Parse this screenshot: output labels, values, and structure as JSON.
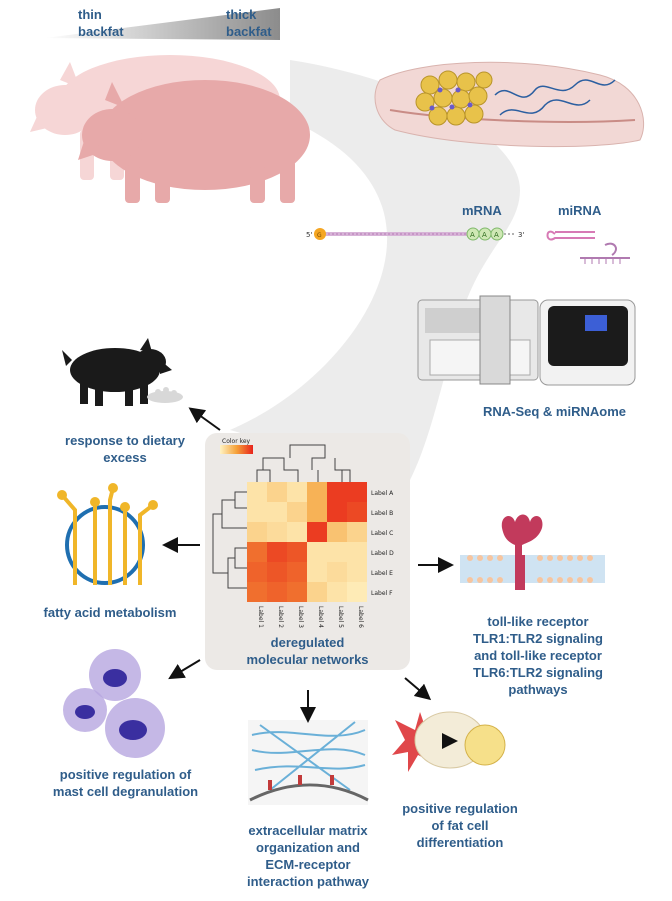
{
  "header": {
    "thin_label": [
      "thin",
      "backfat"
    ],
    "thick_label": [
      "thick",
      "backfat"
    ]
  },
  "molecules": {
    "mrna_label": "mRNA",
    "mirna_label": "miRNA",
    "five_prime": "5'",
    "three_prime": "3'",
    "cap_letter": "G",
    "polya": [
      "A",
      "A",
      "A"
    ]
  },
  "sequencing_label": "RNA-Seq & miRNAome",
  "center": {
    "title": [
      "deregulated",
      "molecular networks"
    ],
    "heatmap": {
      "color_key": "Color key",
      "row_labels": [
        "Label A",
        "Label B",
        "Label C",
        "Label D",
        "Label E",
        "Label F"
      ],
      "col_labels": [
        "Label 1",
        "Label 2",
        "Label 3",
        "Label 4",
        "Label 5",
        "Label 6"
      ],
      "values": [
        [
          0.1,
          0.2,
          0.1,
          0.4,
          0.9,
          0.9
        ],
        [
          0.1,
          0.1,
          0.2,
          0.4,
          0.9,
          0.85
        ],
        [
          0.2,
          0.15,
          0.1,
          0.9,
          0.3,
          0.2
        ],
        [
          0.7,
          0.85,
          0.8,
          0.1,
          0.1,
          0.1
        ],
        [
          0.75,
          0.8,
          0.75,
          0.1,
          0.15,
          0.1
        ],
        [
          0.7,
          0.75,
          0.7,
          0.2,
          0.1,
          0.05
        ]
      ]
    }
  },
  "outcomes": {
    "dietary": [
      "response to dietary",
      "excess"
    ],
    "fatty_acid": [
      "fatty acid metabolism"
    ],
    "mast_cell": [
      "positive regulation of",
      "mast cell degranulation"
    ],
    "ecm": [
      "extracellular matrix",
      "organization and",
      "ECM-receptor",
      "interaction pathway"
    ],
    "fat_cell": [
      "positive regulation",
      "of fat cell",
      "differentiation"
    ],
    "tlr": [
      "toll-like receptor",
      "TLR1:TLR2 signaling",
      "and toll-like receptor",
      "TLR6:TLR2 signaling",
      "pathways"
    ]
  },
  "colors": {
    "label_blue": "#2f5d8a",
    "heat_low": "#fff3c4",
    "heat_high": "#e8231b",
    "panel_bg": "#ece9e6"
  }
}
